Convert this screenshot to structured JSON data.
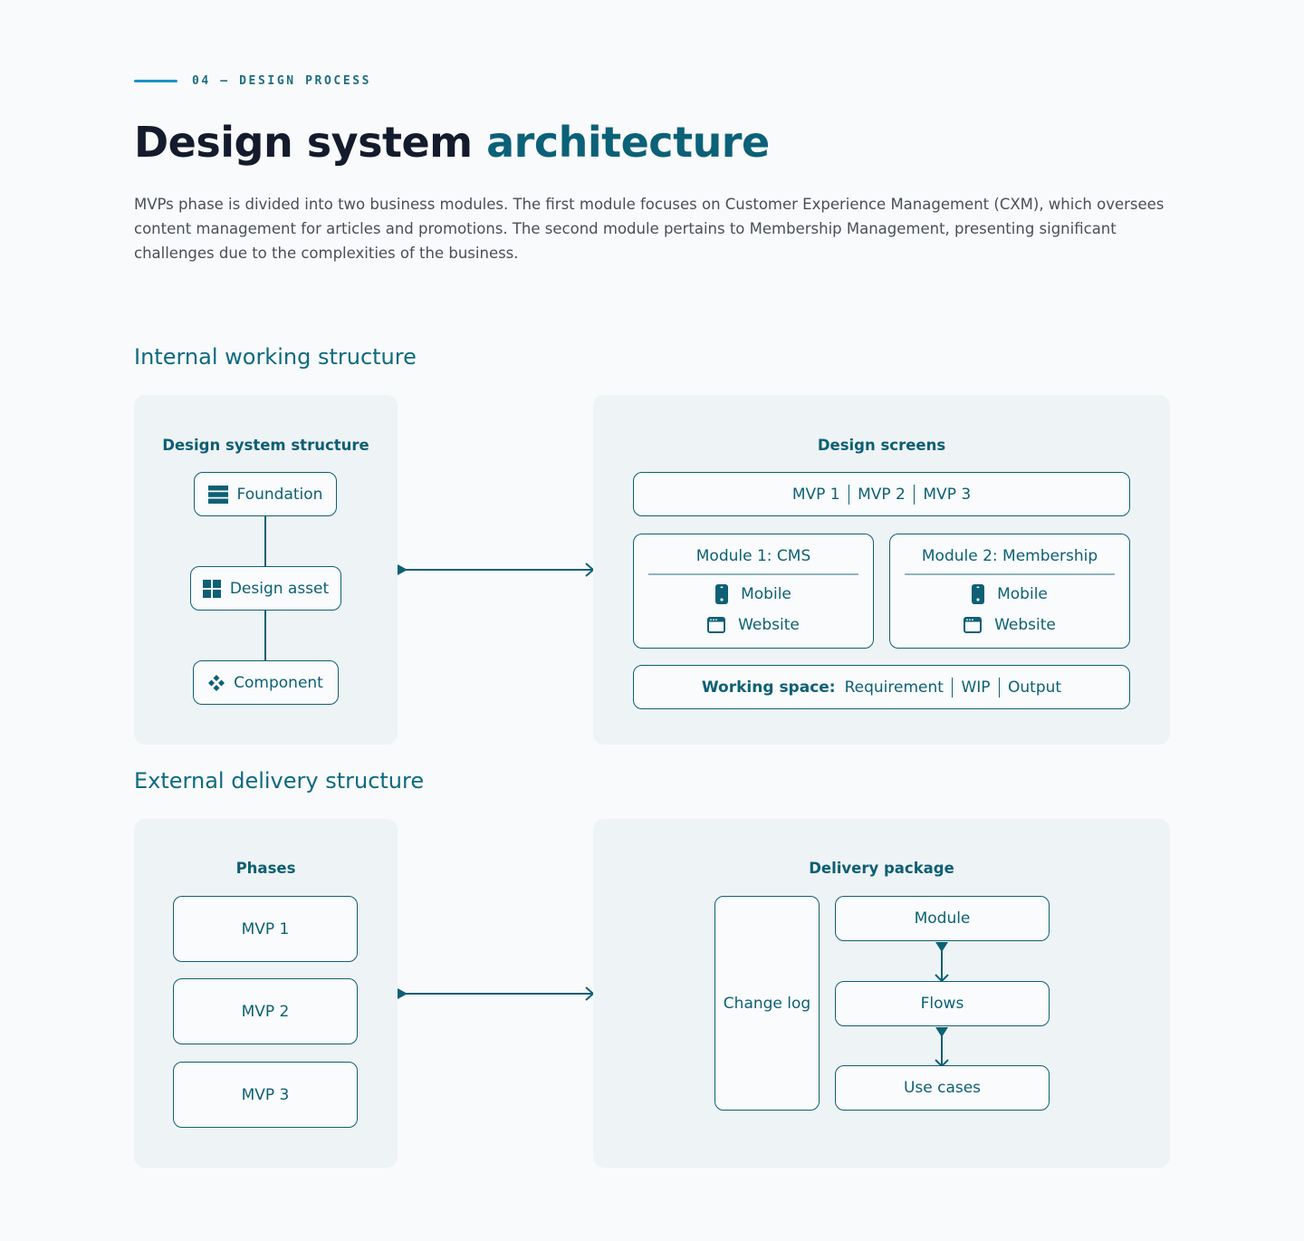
{
  "header": {
    "eyebrow": "04 — DESIGN PROCESS",
    "title_main": "Design system",
    "title_accent": "architecture",
    "intro": "MVPs phase is divided into two business modules. The first module focuses on Customer Experience Management (CXM), which oversees content management for articles and promotions. The second module pertains to Membership Management, presenting significant challenges due to the complexities of the business."
  },
  "internal": {
    "section_title": "Internal working structure",
    "structure": {
      "title": "Design system structure",
      "items": [
        {
          "label": "Foundation",
          "icon": "layers-icon"
        },
        {
          "label": "Design asset",
          "icon": "grid-icon"
        },
        {
          "label": "Component",
          "icon": "component-icon"
        }
      ]
    },
    "screens": {
      "title": "Design screens",
      "mvps": [
        "MVP 1",
        "MVP 2",
        "MVP 3"
      ],
      "modules": [
        {
          "title": "Module 1: CMS",
          "rows": [
            {
              "label": "Mobile",
              "icon": "mobile-icon"
            },
            {
              "label": "Website",
              "icon": "browser-icon"
            }
          ]
        },
        {
          "title": "Module 2: Membership",
          "rows": [
            {
              "label": "Mobile",
              "icon": "mobile-icon"
            },
            {
              "label": "Website",
              "icon": "browser-icon"
            }
          ]
        }
      ],
      "working_space": {
        "label": "Working space:",
        "items": [
          "Requirement",
          "WIP",
          "Output"
        ]
      }
    }
  },
  "external": {
    "section_title": "External delivery structure",
    "phases": {
      "title": "Phases",
      "items": [
        "MVP 1",
        "MVP 2",
        "MVP 3"
      ]
    },
    "delivery": {
      "title": "Delivery package",
      "change_log": "Change log",
      "steps": [
        "Module",
        "Flows",
        "Use cases"
      ]
    }
  },
  "colors": {
    "accent": "#0e6074",
    "panel": "#eef3f6",
    "eyebrow_line": "#1b93c4"
  }
}
